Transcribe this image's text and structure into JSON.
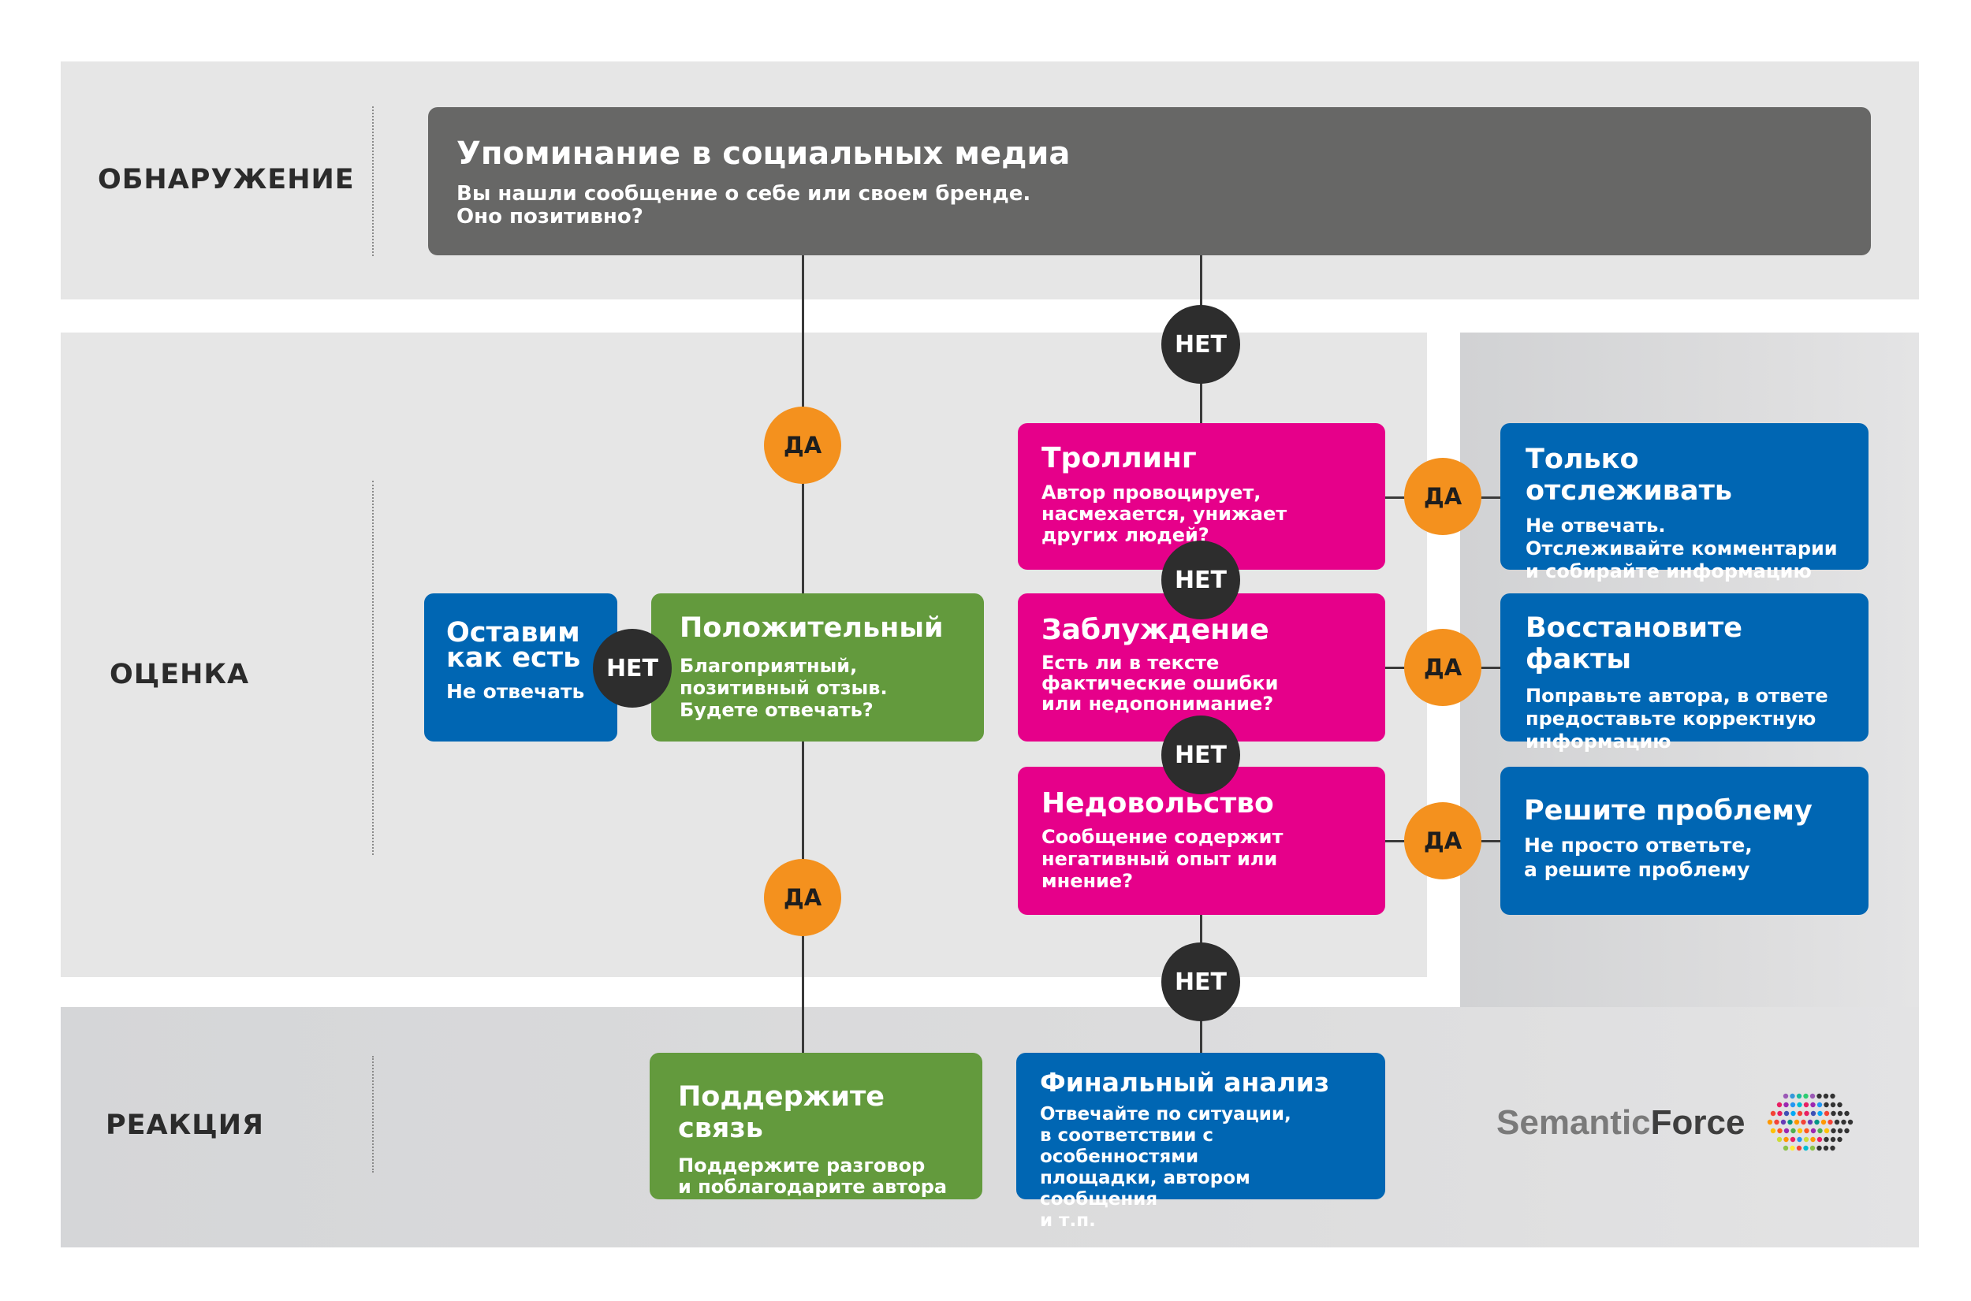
{
  "stages": {
    "detection": "ОБНАРУЖЕНИЕ",
    "evaluation": "ОЦЕНКА",
    "reaction": "РЕАКЦИЯ"
  },
  "start": {
    "title": "Упоминание в социальных медиа",
    "desc": "Вы нашли сообщение о себе или своем бренде.\nОно позитивно?"
  },
  "trolling": {
    "title": "Троллинг",
    "desc": "Автор провоцирует,\nнасмехается, унижает\nдругих людей?"
  },
  "mistake": {
    "title": "Заблуждение",
    "desc": "Есть ли в тексте\nфактические ошибки\nили недопонимание?"
  },
  "dissatisfaction": {
    "title": "Недовольство",
    "desc": "Сообщение содержит\nнегативный опыт или\nмнение?"
  },
  "positive": {
    "title": "Положительный",
    "desc": "Благоприятный,\nпозитивный отзыв.\nБудете отвечать?"
  },
  "leave": {
    "title": "Оставим\nкак есть",
    "desc": "Не отвечать"
  },
  "monitor": {
    "title": "Только отслеживать",
    "desc": "Не отвечать.\nОтслеживайте комментарии\nи собирайте информацию"
  },
  "restore": {
    "title": "Восстановите факты",
    "desc": "Поправьте автора, в ответе\nпредоставьте корректную\nинформацию"
  },
  "solve": {
    "title": "Решите проблему",
    "desc": "Не просто ответьте,\nа решите проблему"
  },
  "keep_contact": {
    "title": "Поддержите связь",
    "desc": "Поддержите разговор\nи поблагодарите автора"
  },
  "final": {
    "title": "Финальный анализ",
    "desc": "Отвечайте по ситуации,\nв соответствии с особенностями\nплощадки, автором сообщения\nи т.п."
  },
  "labels": {
    "yes": "ДА",
    "no": "НЕТ"
  },
  "logo": {
    "part1": "Semantic",
    "part2": "Force"
  },
  "colors": {
    "gray": "#676766",
    "magenta": "#e6008a",
    "green": "#639a3d",
    "blue": "#0066b3",
    "yes": "#f4911e",
    "no": "#2d2d2d"
  }
}
